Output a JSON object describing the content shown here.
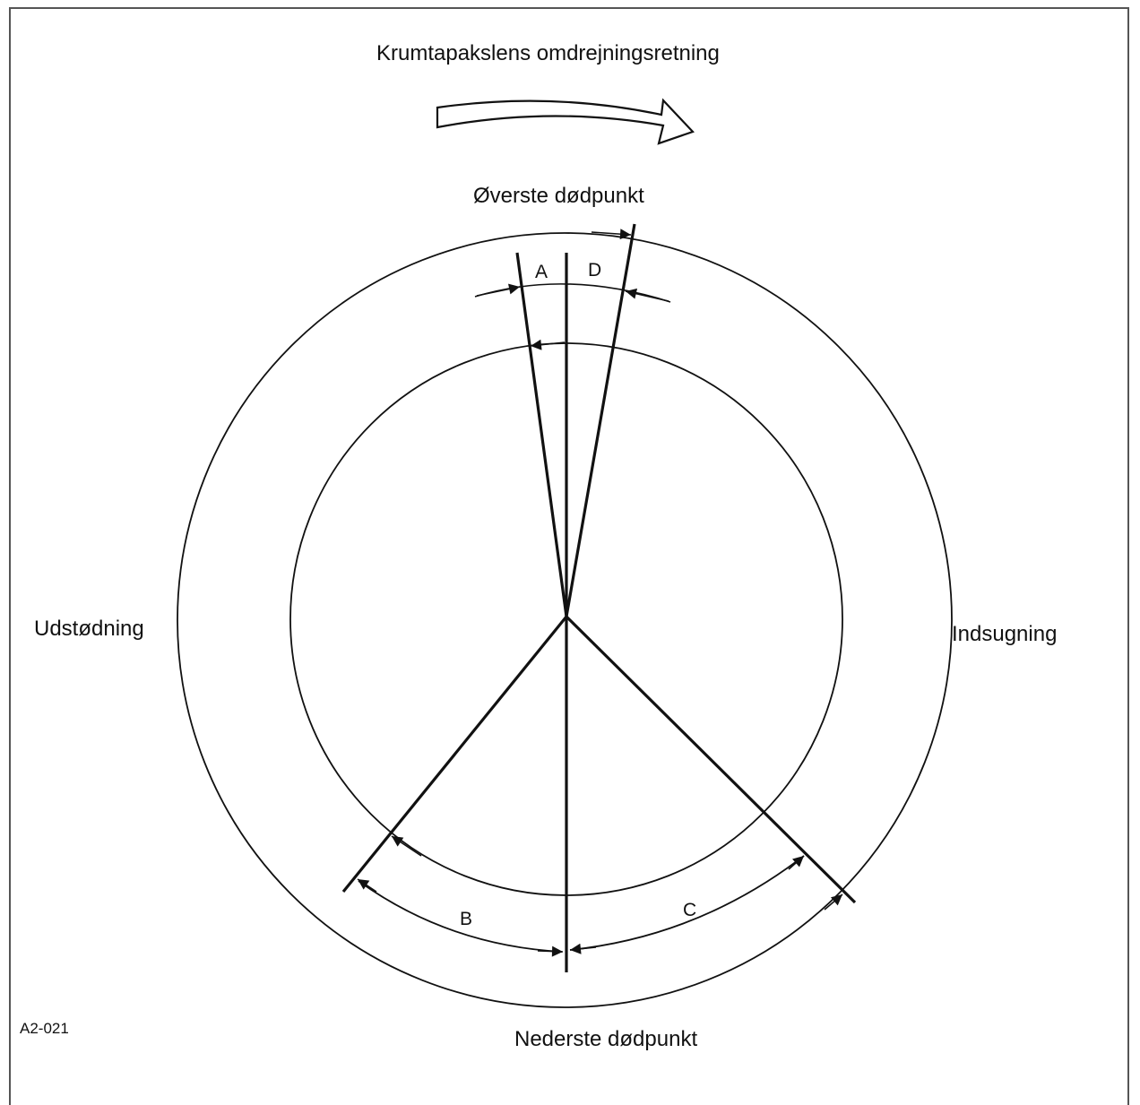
{
  "title": "Krumtapakslens omdrejningsretning",
  "labels": {
    "top_dead_center": "Øverste dødpunkt",
    "bottom_dead_center": "Nederste dødpunkt",
    "exhaust": "Udstødning",
    "intake": "Indsugning",
    "A": "A",
    "B": "B",
    "C": "C",
    "D": "D"
  },
  "figure_id": "A2-021",
  "colors": {
    "line": "#111111",
    "background": "#ffffff",
    "frame": "#555555"
  }
}
